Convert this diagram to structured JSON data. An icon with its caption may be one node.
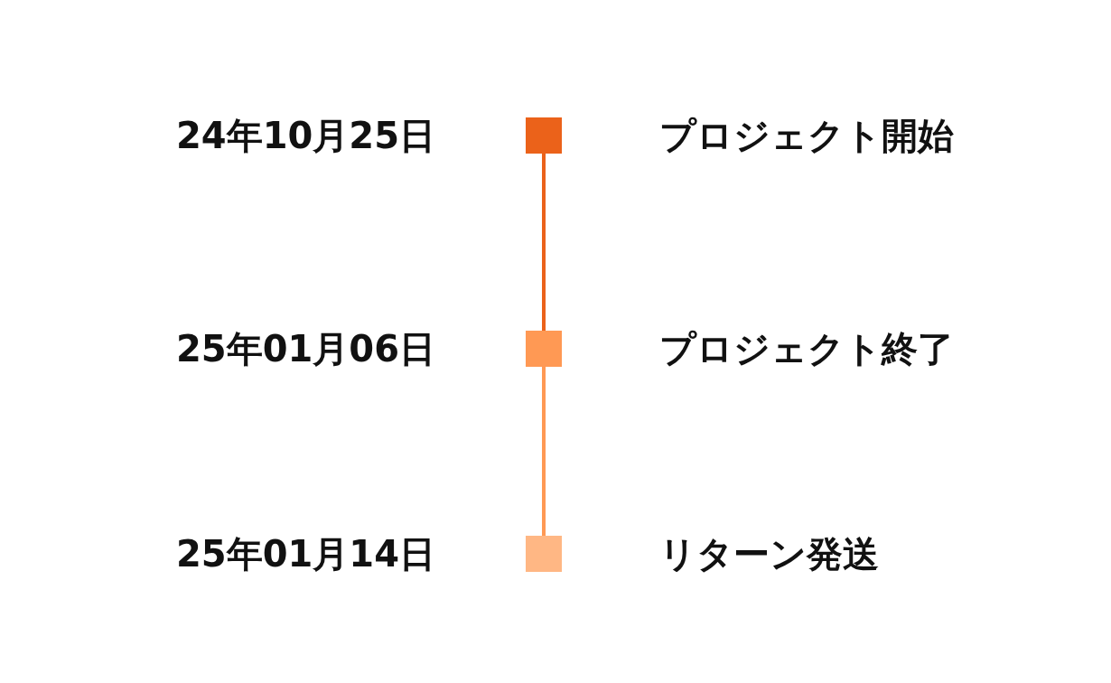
{
  "diagram": {
    "nodes": [
      {
        "text": [],
        "shape": "box",
        "beside": [
          "24年10月25日",
          "プロジェクト開始"
        ]
      },
      {
        "text": [],
        "shape": "box",
        "beside": [
          "25年01月06日",
          "プロジェクト終了"
        ]
      },
      {
        "text": [],
        "shape": "box",
        "beside": [
          "25年01月14日",
          "リターン発送"
        ]
      }
    ],
    "edges": [
      {
        "from": 0,
        "to": 1,
        "arrow": "none",
        "color": "#eb621a"
      },
      {
        "from": 1,
        "to": 2,
        "arrow": "none",
        "color": "#ff9954"
      }
    ]
  }
}
